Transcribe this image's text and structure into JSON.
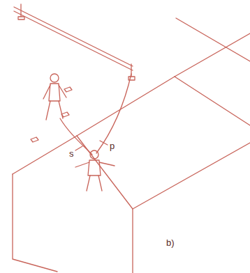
{
  "diagram": {
    "labels": [
      "s",
      "p",
      "b)"
    ]
  }
}
